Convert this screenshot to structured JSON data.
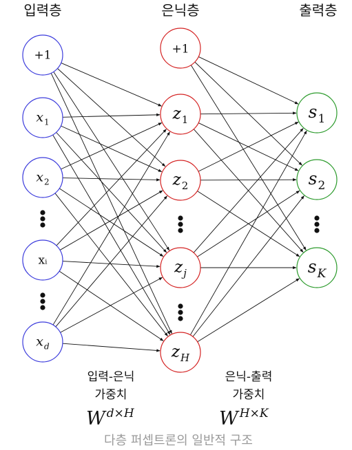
{
  "layers": {
    "input": {
      "title": "입력층",
      "color": "#3b3bdc",
      "nodes": [
        "+1",
        "x₁",
        "x₂",
        "xᵢ",
        "x_d"
      ]
    },
    "hidden": {
      "title": "은닉층",
      "color": "#d42222",
      "nodes": [
        "+1",
        "z₁",
        "z₂",
        "zⱼ",
        "z_H"
      ]
    },
    "output": {
      "title": "출력층",
      "color": "#2a9a2a",
      "nodes": [
        "s₁",
        "s₂",
        "s_K"
      ]
    }
  },
  "weights": {
    "input_hidden": {
      "label_line1": "입력-은닉",
      "label_line2": "가중치",
      "symbol": "W",
      "superscript": "d×H"
    },
    "hidden_output": {
      "label_line1": "은닉-출력",
      "label_line2": "가중치",
      "symbol": "W",
      "superscript": "H×K"
    }
  },
  "caption": "다층 퍼셉트론의 일반적 구조"
}
